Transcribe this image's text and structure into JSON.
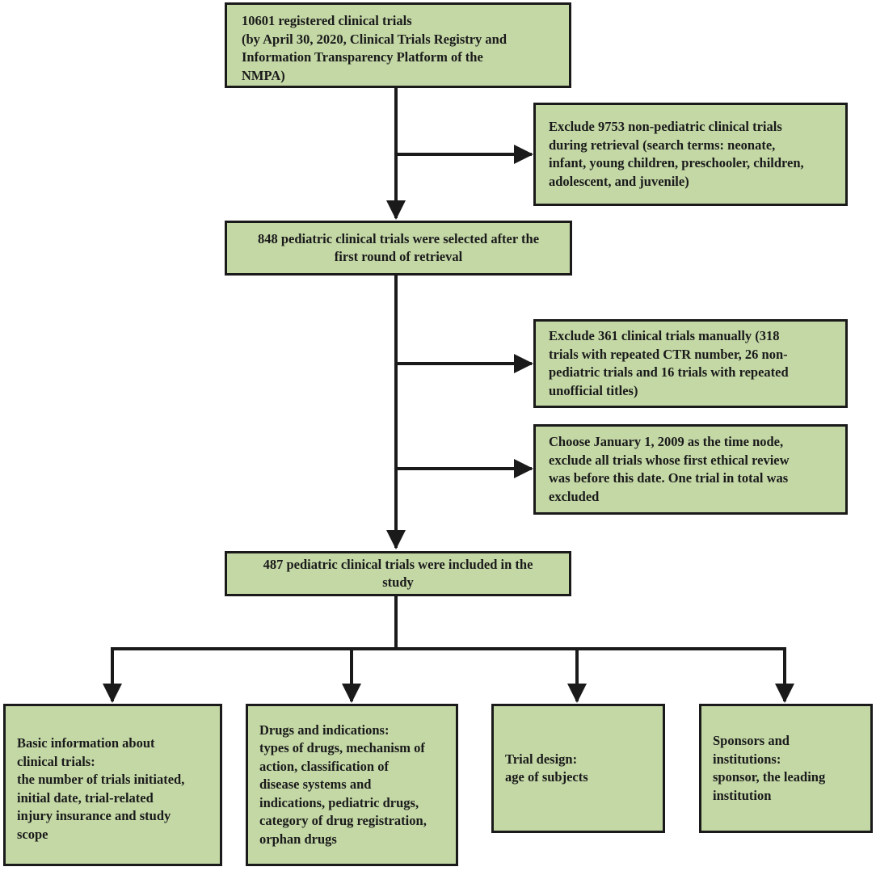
{
  "flowchart": {
    "registered": {
      "lines": [
        "10601 registered clinical trials",
        "(by April 30, 2020, Clinical Trials Registry and",
        "Information Transparency Platform of the",
        "NMPA)"
      ]
    },
    "exclude_nonpediatric": {
      "lines": [
        "Exclude 9753 non-pediatric clinical trials",
        "during retrieval (search terms: neonate,",
        "infant, young children, preschooler, children,",
        "adolescent, and juvenile)"
      ]
    },
    "selected_first_round": {
      "lines": [
        "848 pediatric clinical trials were selected after the",
        "first round of retrieval"
      ]
    },
    "exclude_manual": {
      "lines": [
        "Exclude 361 clinical trials manually (318",
        "trials with repeated CTR number, 26 non-",
        "pediatric trials  and 16 trials with repeated",
        "unofficial titles)"
      ]
    },
    "exclude_date": {
      "lines": [
        "Choose January 1, 2009 as the time node,",
        "exclude all trials whose first ethical review",
        "was before this date. One trial in total was",
        "excluded"
      ]
    },
    "included": {
      "lines": [
        "487 pediatric clinical trials were included in the",
        "study"
      ]
    },
    "categories": [
      {
        "lines": [
          "Basic information about",
          "clinical trials:",
          "the number of trials initiated,",
          "initial date, trial-related",
          "injury insurance and study",
          "scope"
        ]
      },
      {
        "lines": [
          "Drugs and indications:",
          "types of drugs, mechanism of",
          "action, classification of",
          "disease systems and",
          "indications, pediatric drugs,",
          "category of drug registration,",
          "orphan drugs"
        ]
      },
      {
        "lines": [
          "Trial design:",
          "age of subjects"
        ]
      },
      {
        "lines": [
          "Sponsors and",
          "institutions:",
          "sponsor, the leading",
          "institution"
        ]
      }
    ]
  }
}
